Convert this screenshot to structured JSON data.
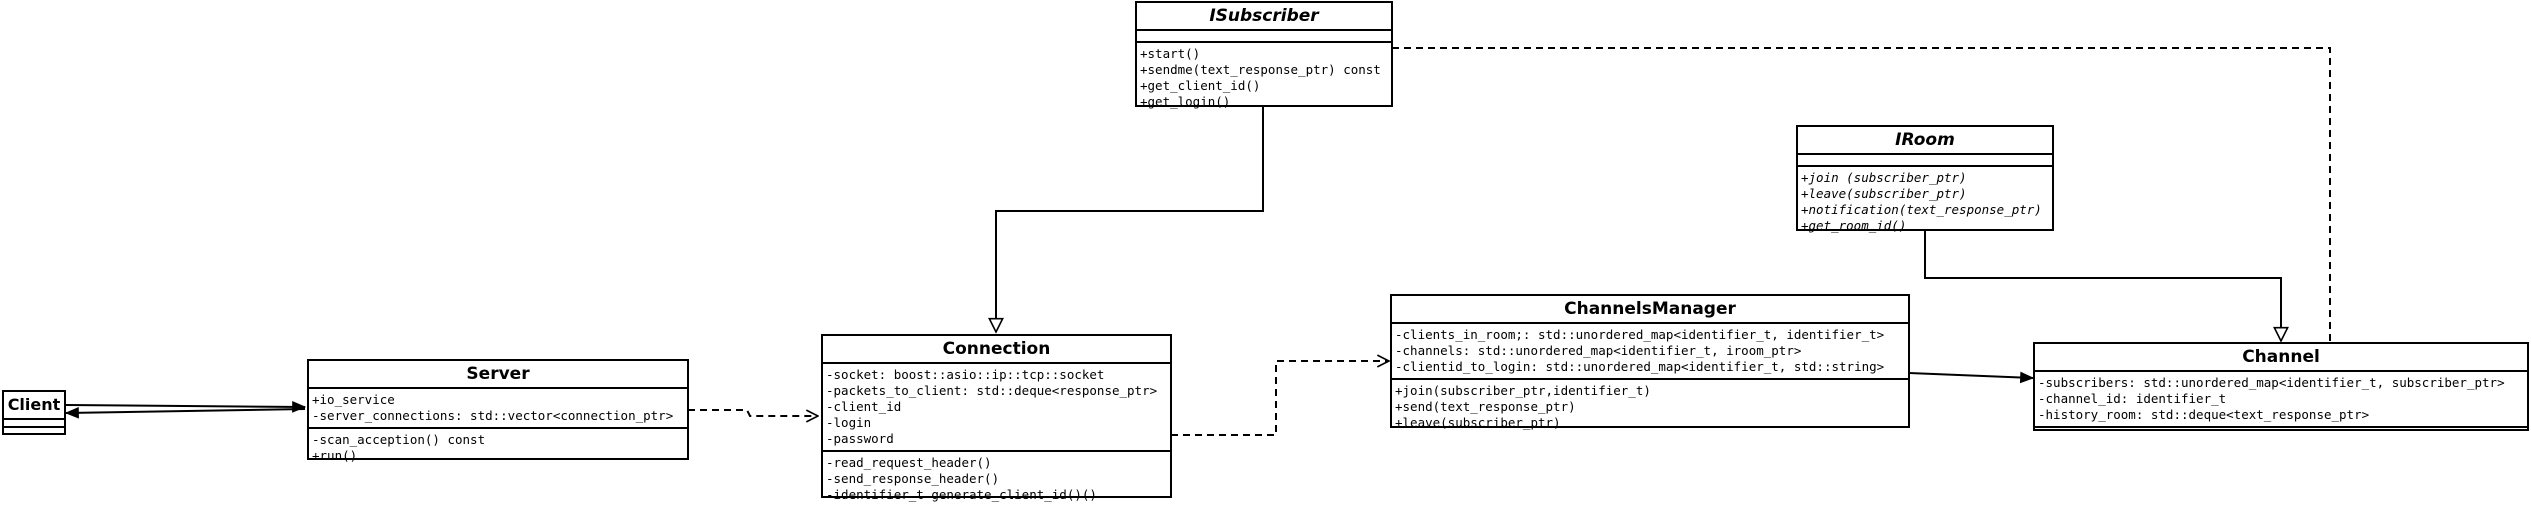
{
  "classes": {
    "isubscriber": {
      "name": "ISubscriber",
      "attributes": [],
      "operations": [
        "+start()",
        "+sendme(text_response_ptr) const",
        "+get_client_id()",
        "+get_login()"
      ]
    },
    "iroom": {
      "name": "IRoom",
      "attributes": [],
      "operations": [
        "+join (subscriber_ptr)",
        "+leave(subscriber_ptr)",
        "+notification(text_response_ptr)",
        "+get_room_id()"
      ]
    },
    "client": {
      "name": "Client",
      "attributes": [],
      "operations": []
    },
    "server": {
      "name": "Server",
      "attributes": [
        "+io_service",
        "-server_connections: std::vector<connection_ptr>"
      ],
      "operations": [
        "-scan_acception() const",
        "+run()"
      ]
    },
    "connection": {
      "name": "Connection",
      "attributes": [
        "-socket: boost::asio::ip::tcp::socket",
        "-packets_to_client: std::deque<response_ptr>",
        "-client_id",
        "-login",
        "-password"
      ],
      "operations": [
        "-read_request_header()",
        "-send_response_header()",
        "-identifier_t generate_client_id()()"
      ]
    },
    "channelsmanager": {
      "name": "ChannelsManager",
      "attributes": [
        "-clients_in_room;: std::unordered_map<identifier_t, identifier_t>",
        "-channels: std::unordered_map<identifier_t, iroom_ptr>",
        "-clientid_to_login: std::unordered_map<identifier_t, std::string>"
      ],
      "operations": [
        "+join(subscriber_ptr,identifier_t)",
        "+send(text_response_ptr)",
        "+leave(subscriber_ptr)"
      ]
    },
    "channel": {
      "name": "Channel",
      "attributes": [
        "-subscribers: std::unordered_map<identifier_t, subscriber_ptr>",
        "-channel_id: identifier_t",
        "-history_room: std::deque<text_response_ptr>"
      ],
      "operations": []
    }
  }
}
